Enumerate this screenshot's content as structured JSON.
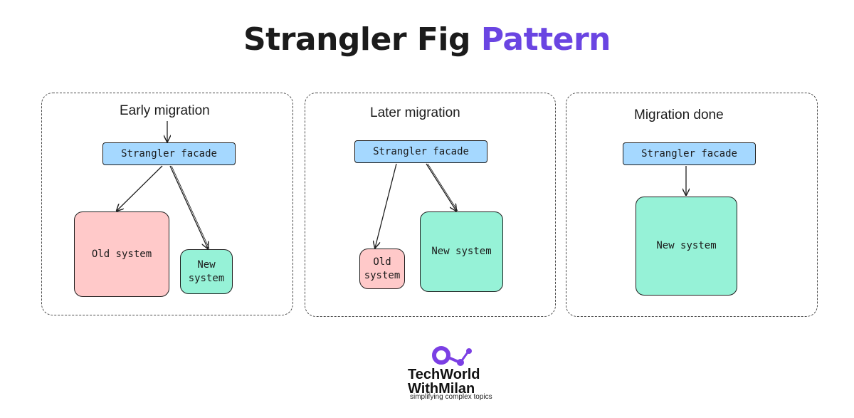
{
  "title": {
    "part1": "Strangler Fig ",
    "part2": "Pattern"
  },
  "panels": [
    {
      "title": "Early migration",
      "facade": "Strangler facade",
      "old_system": "Old system",
      "new_system_line1": "New",
      "new_system_line2": "system"
    },
    {
      "title": "Later migration",
      "facade": "Strangler facade",
      "old_system_line1": "Old",
      "old_system_line2": "system",
      "new_system": "New system"
    },
    {
      "title": "Migration done",
      "facade": "Strangler facade",
      "new_system": "New system"
    }
  ],
  "colors": {
    "accent": "#6a45e2",
    "facade": "#a5d8ff",
    "old_system": "#ffc9c9",
    "new_system": "#96f2d7"
  },
  "logo": {
    "line1": "TechWorld",
    "line2": "WithMilan",
    "tagline": "simplifying complex topics"
  }
}
